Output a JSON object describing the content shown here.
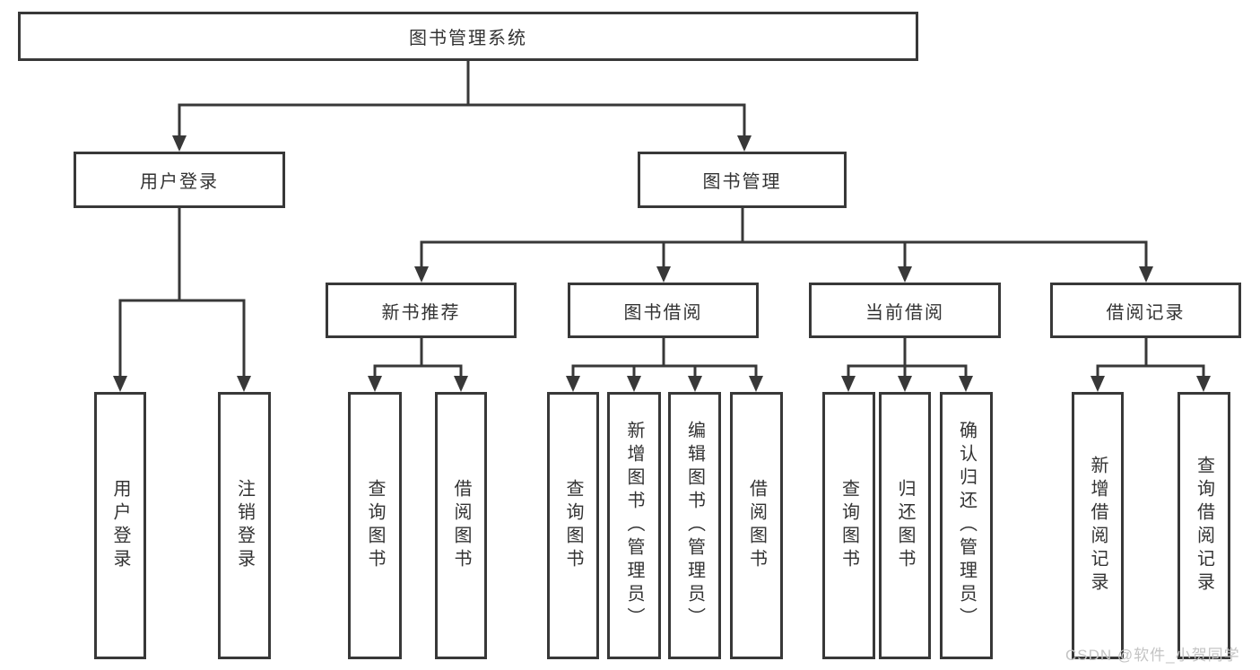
{
  "diagram": {
    "root": "图书管理系统",
    "level2": {
      "user_login": "用户登录",
      "book_mgmt": "图书管理"
    },
    "level3": {
      "new_book_rec": "新书推荐",
      "book_borrow": "图书借阅",
      "current_borrow": "当前借阅",
      "borrow_record": "借阅记录"
    },
    "leaves": {
      "user_login": [
        "用户登录",
        "注销登录"
      ],
      "new_book_rec": [
        "查询图书",
        "借阅图书"
      ],
      "book_borrow": [
        "查询图书",
        "新增图书（管理员）",
        "编辑图书（管理员）",
        "借阅图书"
      ],
      "current_borrow": [
        "查询图书",
        "归还图书",
        "确认归还（管理员）"
      ],
      "borrow_record": [
        "新增借阅记录",
        "查询借阅记录"
      ]
    }
  },
  "watermark": "CSDN @软件_小贺同学",
  "colors": {
    "line": "#383838",
    "text": "#333333",
    "background": "#ffffff",
    "watermark": "#c4c4c4"
  }
}
